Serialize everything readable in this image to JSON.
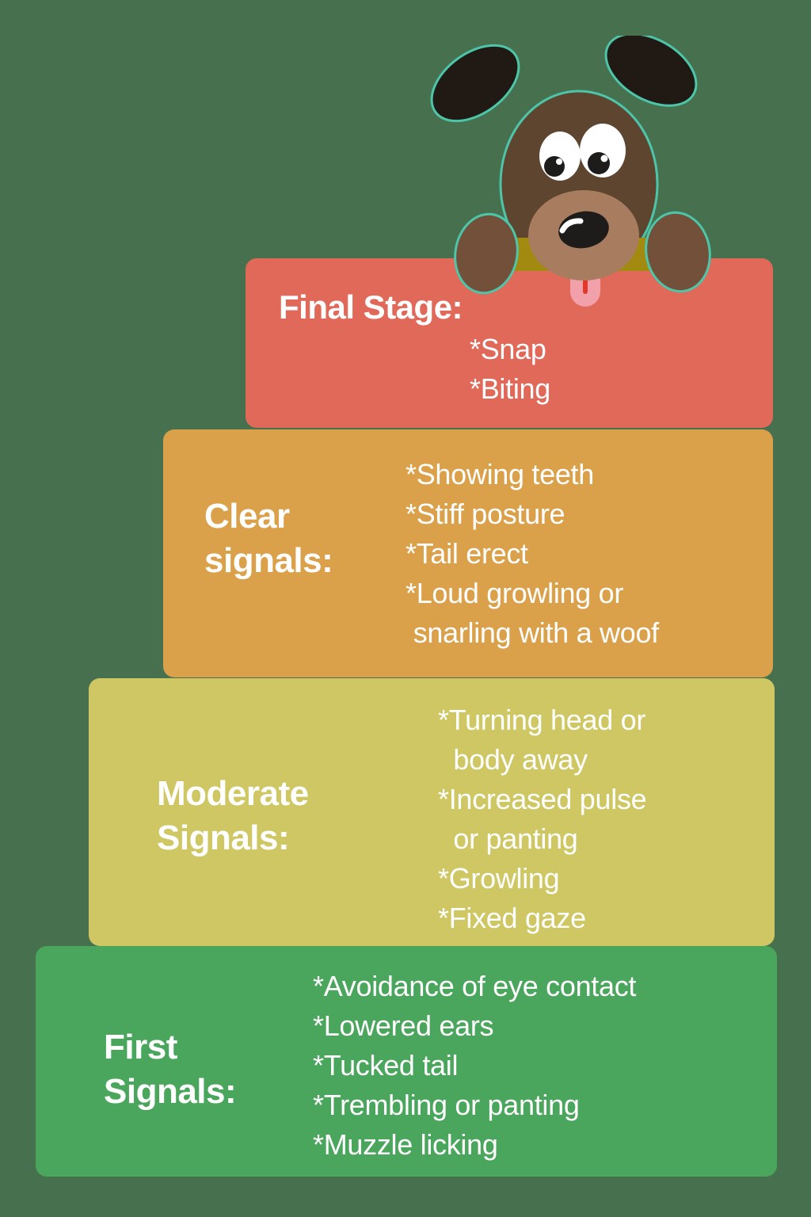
{
  "title": "Dog warning signals staircase",
  "palette": {
    "page-bg": "#47714e",
    "stage-final": "#e0695a",
    "stage-clear": "#dba04a",
    "stage-moderate": "#cfc763",
    "stage-first": "#4aa65c",
    "text-white": "#ffffff",
    "dog-ear": "#211a14",
    "dog-head": "#5e4530",
    "dog-muzzle": "#a87c5e",
    "dog-paw": "#73503a",
    "dog-collar": "#a28a10",
    "dog-nose": "#1d1c1a",
    "dog-tongue": "#f2a0aa",
    "dog-tongue-line": "#e03a2a",
    "dog-outline": "#4cc5a9",
    "dog-eye-white": "#ffffff"
  },
  "illustration": {
    "name": "cartoon-dog-peeking-over-banner"
  },
  "stages": [
    {
      "name": "final-stage",
      "heading": "Final Stage:",
      "items": [
        "*Snap",
        "*Biting"
      ]
    },
    {
      "name": "clear-signals",
      "heading": "Clear\nsignals:",
      "items": [
        "*Showing teeth",
        "*Stiff posture",
        "*Tail erect",
        "*Loud growling or",
        " snarling with a woof"
      ]
    },
    {
      "name": "moderate-signals",
      "heading": "Moderate\nSignals:",
      "items": [
        "*Turning head or",
        "  body away",
        "*Increased pulse",
        "  or panting",
        "*Growling",
        "*Fixed gaze"
      ]
    },
    {
      "name": "first-signals",
      "heading": "First\nSignals:",
      "items": [
        "*Avoidance of eye contact",
        "*Lowered ears",
        "*Tucked tail",
        "*Trembling or panting",
        "*Muzzle licking"
      ]
    }
  ]
}
